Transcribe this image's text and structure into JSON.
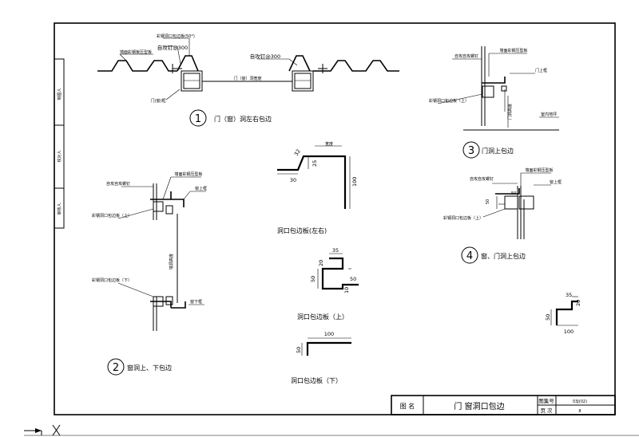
{
  "title_block": {
    "label_name": "图 名",
    "drawing_name": "门 窗洞口包边",
    "label_number": "图集号",
    "number_value": "03J(02)",
    "label_page": "页 次",
    "page_value": "8"
  },
  "side_strip": [
    "制图人",
    "校对人",
    "审核人"
  ],
  "details": [
    {
      "num": "1",
      "caption": "门（窗）洞左右包边"
    },
    {
      "num": "2",
      "caption": "窗洞上、下包边"
    },
    {
      "num": "3",
      "caption": "门洞上包边"
    },
    {
      "num": "4",
      "caption": "窗、门洞上包边"
    }
  ],
  "profiles": [
    {
      "caption": "洞口包边板(左右)",
      "dims": [
        "32",
        "30",
        "25",
        "100",
        "宽度"
      ]
    },
    {
      "caption": "洞口包边板（上）",
      "dims": [
        "35",
        "50",
        "20",
        "50",
        "10"
      ]
    },
    {
      "caption": "洞口包边板（下）",
      "dims": [
        "100",
        "50"
      ]
    },
    {
      "caption": "",
      "dims": [
        "35",
        "20",
        "50",
        "100"
      ]
    }
  ],
  "callouts": {
    "d1": [
      "墙面彩钢板压型板",
      "彩钢洞口包边板(50°)",
      "自攻钉@300",
      "自攻钉@300",
      "门（窗）洞宽度",
      "门(窗)框"
    ],
    "d2": [
      "自攻自攻螺钉",
      "墙面彩钢压型板",
      "窗上框",
      "彩钢洞口包边板（上）",
      "墙洞高度",
      "彩钢洞口包边板（下）",
      "窗下框"
    ],
    "d3": [
      "自攻自攻螺钉",
      "墙面彩钢压型板",
      "门上框",
      "彩钢洞口包边板（上）",
      "门洞高度",
      "室内地坪"
    ],
    "d4": [
      "自攻自攻螺钉",
      "墙面彩钢压型板",
      "窗上框",
      "彩钢洞口包边板（上）",
      "50",
      "50"
    ]
  }
}
